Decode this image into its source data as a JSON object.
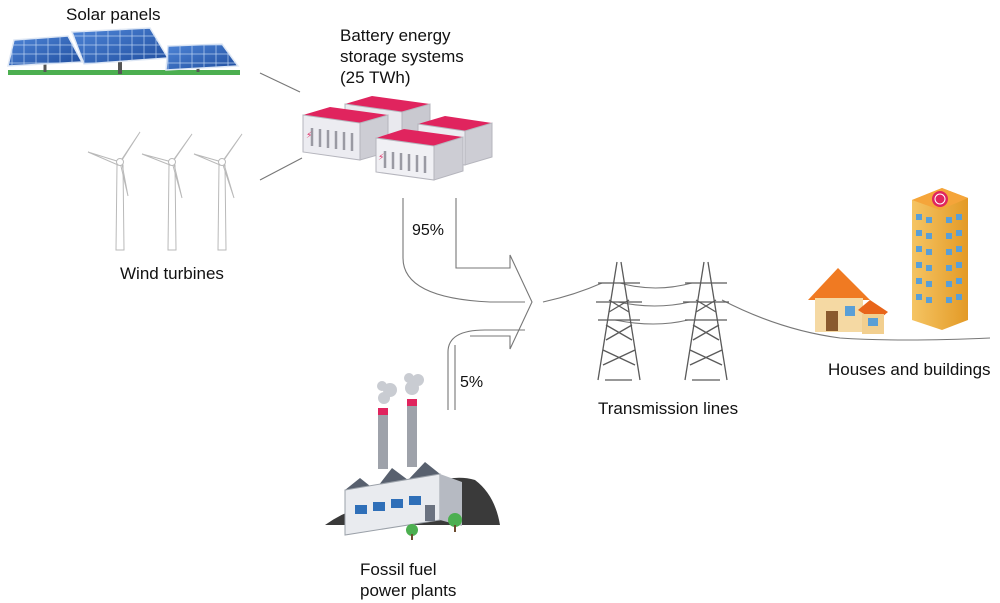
{
  "nodes": {
    "solar": {
      "label": "Solar panels"
    },
    "wind": {
      "label": "Wind turbines"
    },
    "battery": {
      "label_line1": "Battery energy",
      "label_line2": "storage systems",
      "label_line3": "(25 TWh)"
    },
    "fossil": {
      "label_line1": "Fossil fuel",
      "label_line2": "power plants"
    },
    "transmission": {
      "label": "Transmission lines"
    },
    "houses": {
      "label": "Houses and buildings"
    }
  },
  "flows": {
    "battery_share": "95%",
    "fossil_share": "5%"
  },
  "colors": {
    "solar_blue": "#2a5fb8",
    "battery_red": "#e0245e",
    "house_orange": "#f07a22",
    "tower_yellow": "#f2b23a",
    "line_gray": "#777777"
  }
}
